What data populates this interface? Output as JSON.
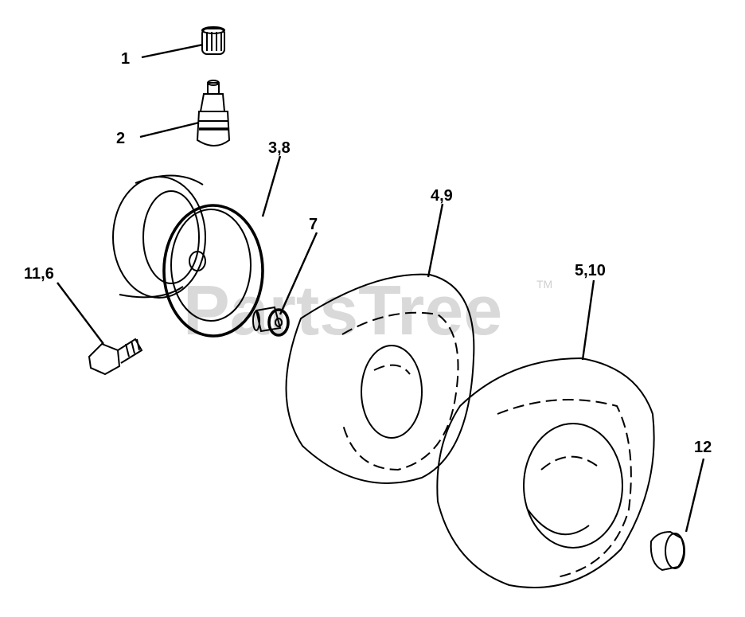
{
  "watermark": {
    "text": "PartsTree",
    "trademark": "TM"
  },
  "callouts": [
    {
      "id": "1",
      "text": "1"
    },
    {
      "id": "2",
      "text": "2"
    },
    {
      "id": "3_8",
      "text": "3,8"
    },
    {
      "id": "7",
      "text": "7"
    },
    {
      "id": "4_9",
      "text": "4,9"
    },
    {
      "id": "5_10",
      "text": "5,10"
    },
    {
      "id": "11_6",
      "text": "11,6"
    },
    {
      "id": "12",
      "text": "12"
    }
  ],
  "colors": {
    "ink": "#000000",
    "watermark": "#d9d9d9",
    "background": "#ffffff"
  }
}
